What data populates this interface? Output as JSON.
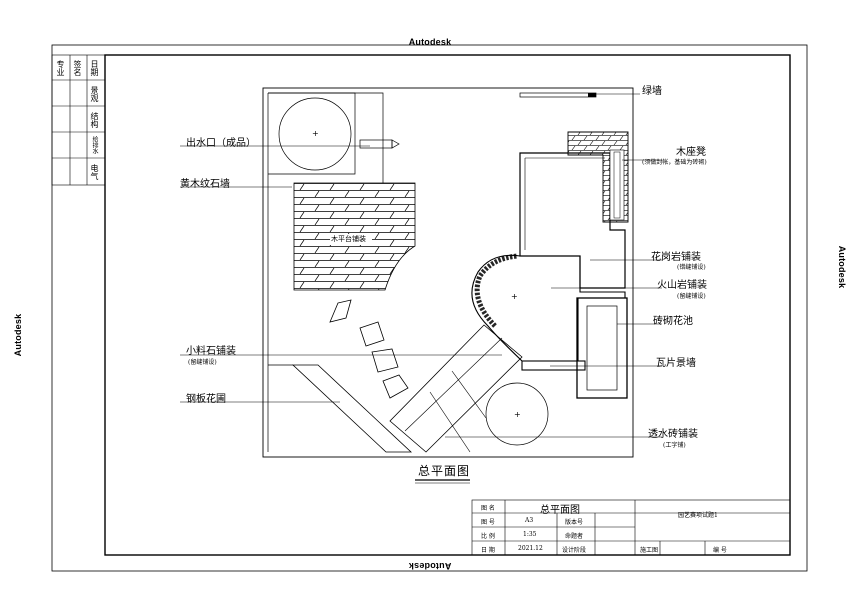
{
  "watermarks": {
    "top": "Autodesk",
    "bottom": "Autodesk",
    "left": "Autodesk",
    "right": "Autodesk"
  },
  "drawing": {
    "title": "总平面图",
    "plank_label": "木平台铺装"
  },
  "labels": {
    "left": [
      {
        "text": "出水口（成品）",
        "sub": ""
      },
      {
        "text": "黄木纹石墙",
        "sub": ""
      },
      {
        "text": "小料石铺装",
        "sub": "(留缝铺设)"
      },
      {
        "text": "钢板花圃",
        "sub": ""
      }
    ],
    "right": [
      {
        "text": "绿墙",
        "sub": ""
      },
      {
        "text": "木座凳",
        "sub": "(须做封帐，基础为砖砌)"
      },
      {
        "text": "花岗岩铺装",
        "sub": "(错缝铺设)"
      },
      {
        "text": "火山岩铺装",
        "sub": "(留缝铺设)"
      },
      {
        "text": "砖砌花池",
        "sub": ""
      },
      {
        "text": "瓦片景墙",
        "sub": ""
      },
      {
        "text": "透水砖铺装",
        "sub": "(工字铺)"
      }
    ]
  },
  "side_table": {
    "columns": [
      "专业",
      "签名",
      "日期"
    ],
    "rows": [
      "景观",
      "结构",
      "给排水",
      "电气"
    ]
  },
  "title_block": {
    "drawing_name_label": "图 名",
    "drawing_name": "总平面图",
    "project": "园艺赛项试题1",
    "sheet_no_label": "图 号",
    "sheet_no": "A3",
    "version_label": "版本号",
    "scale_label": "比 例",
    "scale": "1:35",
    "author_label": "命题者",
    "date_label": "日 期",
    "date": "2021.12",
    "design_unit_label": "设计阶段",
    "phase": "施工图",
    "number_label": "编 号"
  }
}
